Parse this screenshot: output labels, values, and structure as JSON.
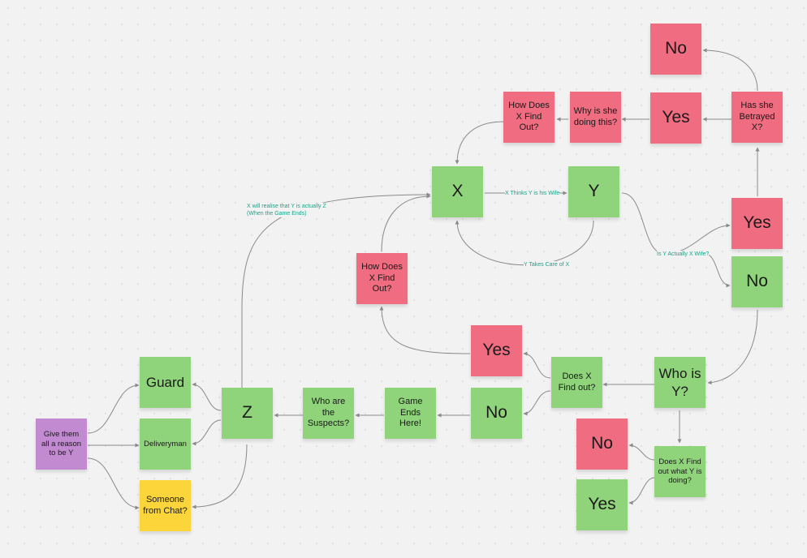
{
  "colors": {
    "green": "#8fd47a",
    "red": "#f06c80",
    "purple": "#c28ad1",
    "yellow": "#fbd53a",
    "connector": "#8a8a8a",
    "edge_label": "#1aa389"
  },
  "notes": {
    "no_top": "No",
    "yes_top": "Yes",
    "has_she_betrayed": "Has she Betrayed X?",
    "how_find_out_top": "How Does X Find Out?",
    "why_doing": "Why is she doing this?",
    "x": "X",
    "y": "Y",
    "yes_wife": "Yes",
    "no_wife": "No",
    "how_find_out_mid": "How Does X Find Out?",
    "yes_found": "Yes",
    "does_x_find_out": "Does X Find out?",
    "who_is_y": "Who is Y?",
    "no_found": "No",
    "game_ends": "Game Ends Here!",
    "suspects": "Who are the Suspects?",
    "z": "Z",
    "guard": "Guard",
    "deliveryman": "Deliveryman",
    "someone_chat": "Someone from Chat?",
    "give_reason": "Give them all a reason to be Y",
    "no_bottom": "No",
    "yes_bottom": "Yes",
    "does_x_find_doing": "Does X Find out what Y is doing?"
  },
  "edge_labels": {
    "x_thinks": "X Thinks Y is his Wife",
    "y_takes_care": "Y Takes Care of X",
    "is_y_actually": "Is Y Actually X Wife?",
    "x_realise_line1": "X will realise that Y is actually Z",
    "x_realise_line2": "(When the Game Ends)"
  }
}
